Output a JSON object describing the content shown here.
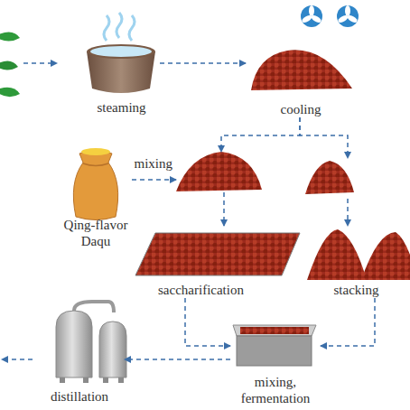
{
  "diagram": {
    "nodes": [
      {
        "text": [
          "steaming"
        ]
      },
      {
        "text": [
          "cooling"
        ]
      },
      {
        "text": [
          "Qing-flavor Daqu"
        ]
      },
      {
        "text": [
          "mixing"
        ]
      },
      {
        "text": [
          "saccharification"
        ]
      },
      {
        "text": [
          "stacking"
        ]
      },
      {
        "text": [
          "distillation"
        ]
      },
      {
        "text": [
          "mixing, fermentation"
        ]
      }
    ],
    "edges": [
      {
        "from": 0,
        "to": 1,
        "arrow": "to"
      },
      {
        "from": 1,
        "to": 3,
        "arrow": "to"
      },
      {
        "from": 1,
        "to": 5,
        "arrow": "to"
      },
      {
        "from": 2,
        "to": 3,
        "arrow": "to"
      },
      {
        "from": 3,
        "to": 4,
        "arrow": "to"
      },
      {
        "from": 4,
        "to": 7,
        "arrow": "to"
      },
      {
        "from": 5,
        "to": 7,
        "arrow": "to"
      },
      {
        "from": 7,
        "to": 6,
        "arrow": "to"
      }
    ]
  }
}
